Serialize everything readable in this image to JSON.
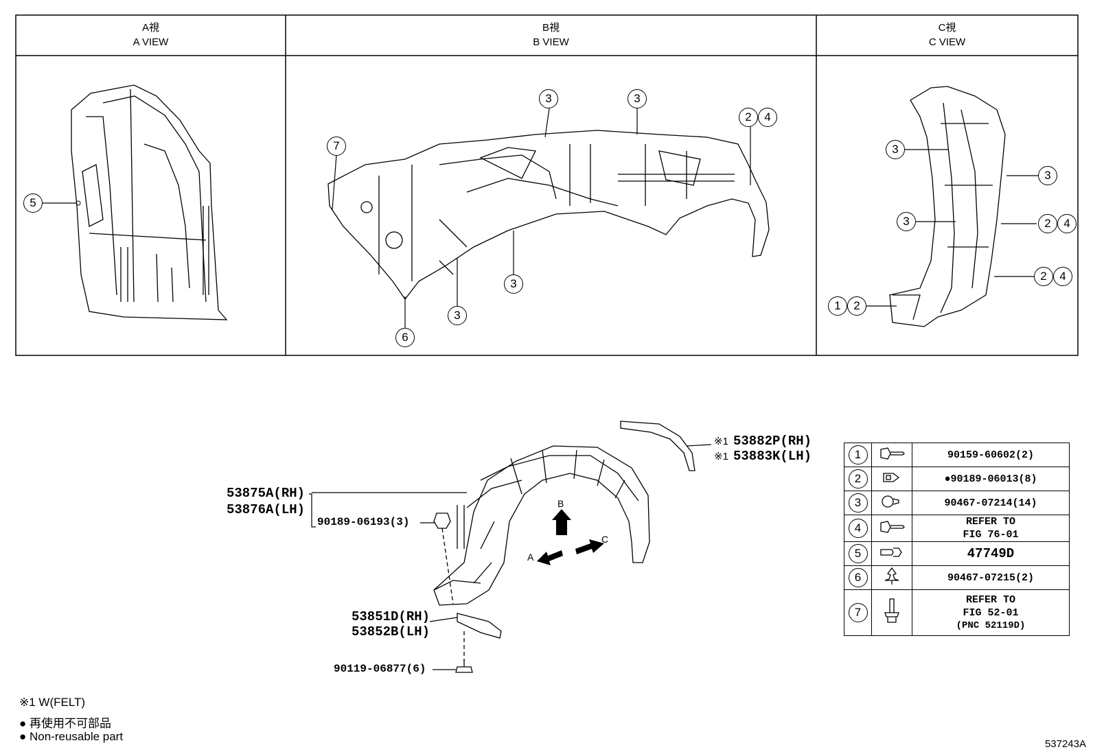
{
  "views": [
    {
      "jp": "A視",
      "en": "A VIEW"
    },
    {
      "jp": "B視",
      "en": "B VIEW"
    },
    {
      "jp": "C視",
      "en": "C VIEW"
    }
  ],
  "callouts": {
    "a": [
      "5"
    ],
    "b": [
      "3",
      "3",
      "2",
      "4",
      "7",
      "3",
      "3",
      "6"
    ],
    "c": [
      "3",
      "3",
      "2",
      "4",
      "3",
      "2",
      "4",
      "1",
      "2"
    ]
  },
  "main_labels": {
    "liner_rh": "53875A(RH)",
    "liner_lh": "53876A(LH)",
    "clip": "90189-06193(3)",
    "felt_rh": "53882P(RH)",
    "felt_lh": "53883K(LH)",
    "felt_mark": "※1",
    "bracket_rh": "53851D(RH)",
    "bracket_lh": "53852B(LH)",
    "screw": "90119-06877(6)",
    "arrow_a": "A",
    "arrow_b": "B",
    "arrow_c": "C"
  },
  "parts_table": [
    {
      "num": "1",
      "icon": "hex-bolt-icon",
      "lines": [
        "90159-60602(2)"
      ]
    },
    {
      "num": "2",
      "icon": "clip-nut-icon",
      "lines": [
        "●90189-06013(8)"
      ]
    },
    {
      "num": "3",
      "icon": "screw-grommet-icon",
      "lines": [
        "90467-07214(14)"
      ]
    },
    {
      "num": "4",
      "icon": "hex-bolt-icon",
      "lines": [
        "REFER TO",
        "FIG 76-01"
      ]
    },
    {
      "num": "5",
      "icon": "rivet-icon",
      "lines": [
        "47749D"
      ]
    },
    {
      "num": "6",
      "icon": "push-clip-icon",
      "lines": [
        "90467-07215(2)"
      ]
    },
    {
      "num": "7",
      "icon": "flange-bolt-icon",
      "lines": [
        "REFER TO",
        "FIG 52-01",
        "(PNC 52119D)"
      ]
    }
  ],
  "legend": {
    "felt": "※1 W(FELT)",
    "non_reuse_jp": "● 再使用不可部品",
    "non_reuse_en": "● Non-reusable part"
  },
  "figure_id": "537243A"
}
